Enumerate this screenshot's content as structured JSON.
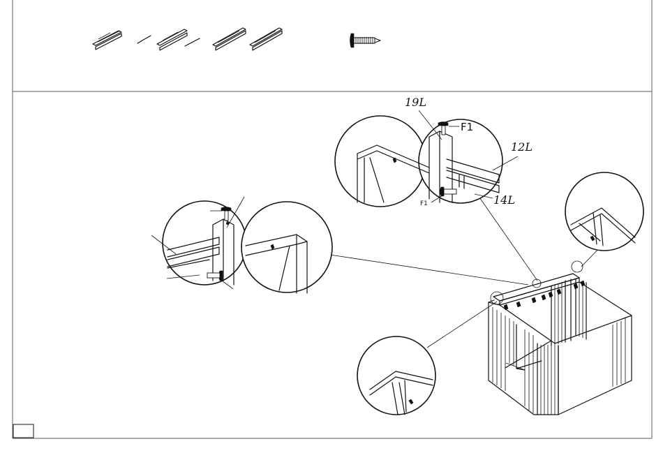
{
  "parts_header": {
    "part_labels": [
      "19L",
      "12L",
      "14L"
    ],
    "fastener_label": "F1"
  },
  "detail_callouts": {
    "top": {
      "part_19": "19L",
      "part_12": "12L",
      "part_14": "14L",
      "fastener_top": "F1",
      "fastener_side": "F1"
    }
  },
  "step_number": ""
}
